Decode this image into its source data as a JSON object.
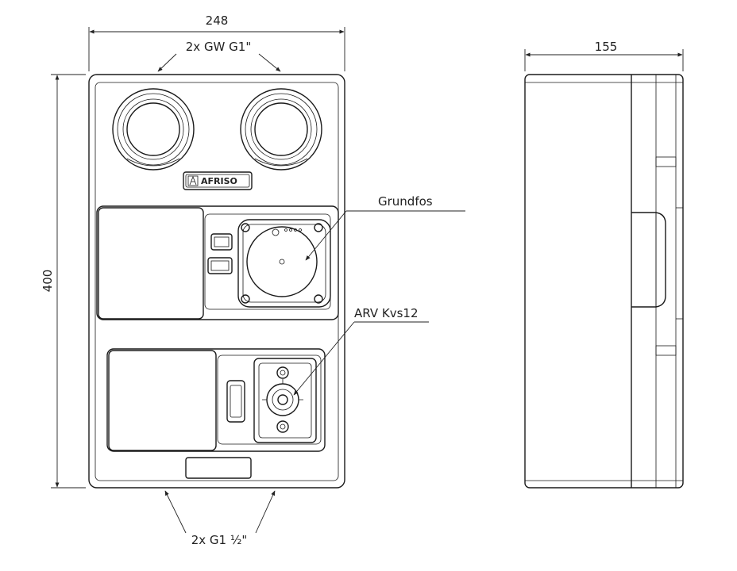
{
  "dimensions": {
    "front_width": "248",
    "side_depth": "155",
    "height": "400"
  },
  "callouts": {
    "top_connections": "2x GW G1\"",
    "bottom_connections": "2x G1 ½\"",
    "pump": "Grundfos",
    "valve": "ARV Kvs12"
  },
  "brand": {
    "logo_text": "AFRISO"
  }
}
